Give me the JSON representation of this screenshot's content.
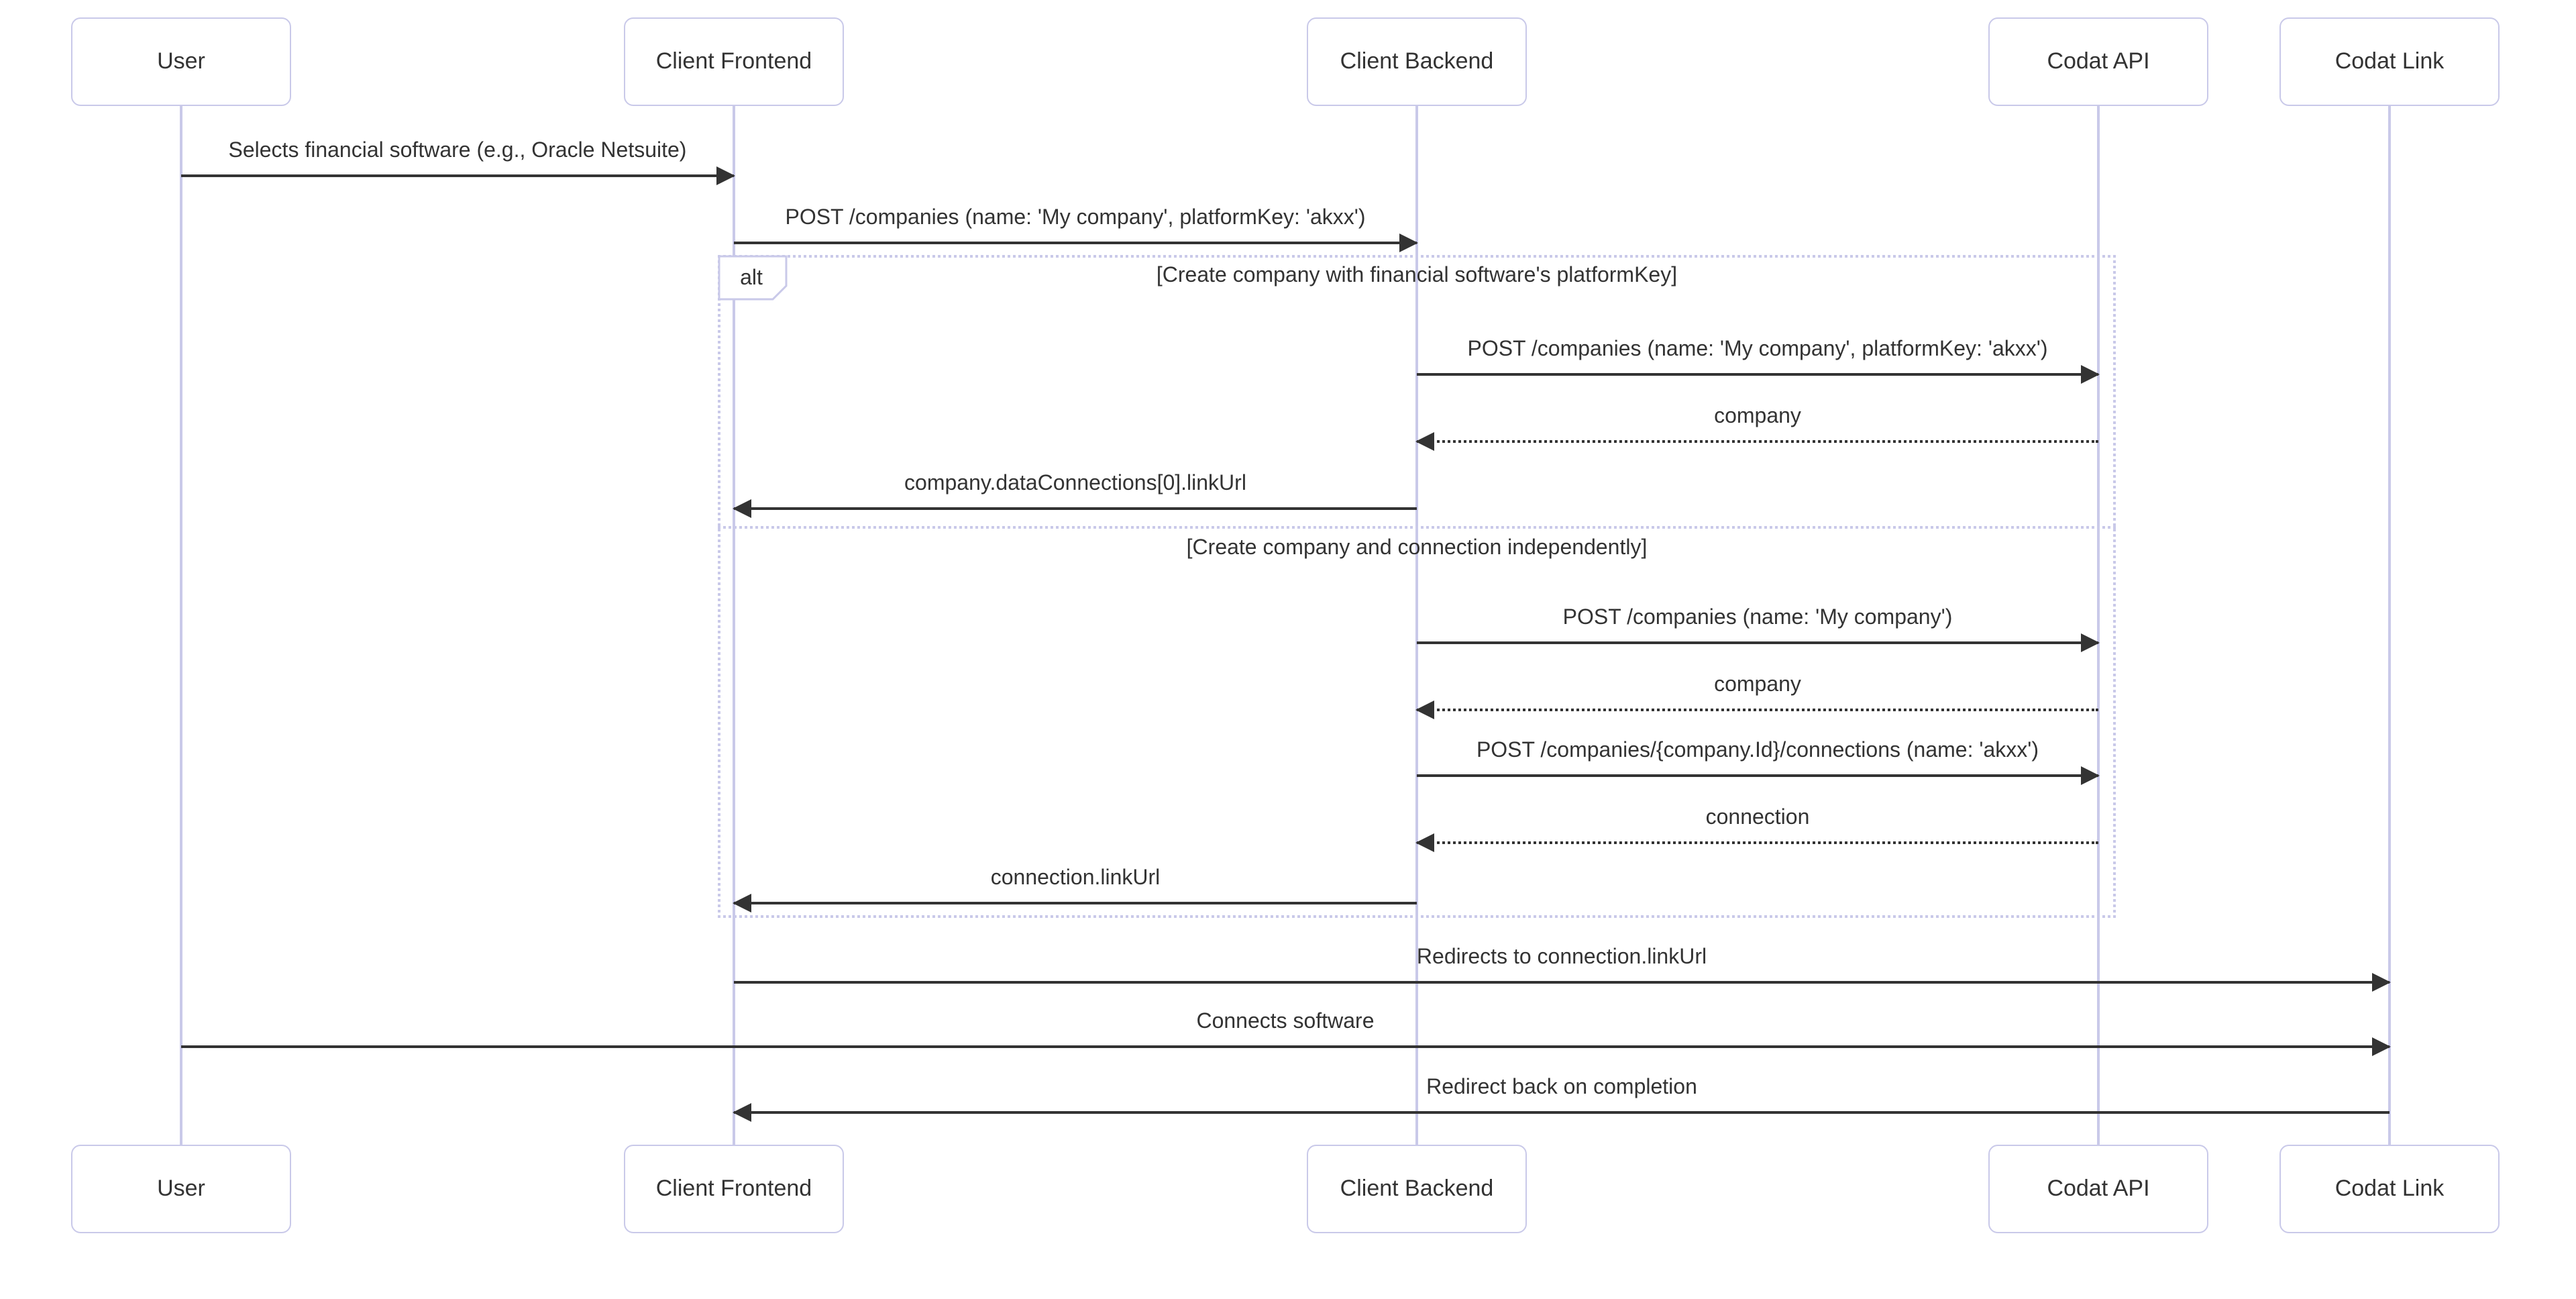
{
  "diagram": {
    "type": "sequence-diagram",
    "colors": {
      "background": "#ffffff",
      "actor_fill": "#ffffff",
      "actor_border": "#c9c9e9",
      "lifeline": "#c9c9e9",
      "frame_border": "#c9c9e9",
      "text": "#333333",
      "arrow": "#333333"
    },
    "actors": [
      {
        "id": "user",
        "label": "User"
      },
      {
        "id": "client-frontend",
        "label": "Client Frontend"
      },
      {
        "id": "client-backend",
        "label": "Client Backend"
      },
      {
        "id": "codat-api",
        "label": "Codat API"
      },
      {
        "id": "codat-link",
        "label": "Codat Link"
      }
    ],
    "alt": {
      "label": "alt",
      "conditions": [
        "[Create company with financial software's platformKey]",
        "[Create company and connection independently]"
      ]
    },
    "messages": [
      {
        "from": "User",
        "to": "Client Frontend",
        "line": "solid",
        "label": "Selects financial software (e.g., Oracle Netsuite)"
      },
      {
        "from": "Client Frontend",
        "to": "Client Backend",
        "line": "solid",
        "label": "POST /companies (name: 'My company', platformKey: 'akxx')"
      },
      {
        "from": "Client Backend",
        "to": "Codat API",
        "line": "solid",
        "label": "POST /companies (name: 'My company', platformKey: 'akxx')"
      },
      {
        "from": "Codat API",
        "to": "Client Backend",
        "line": "dashed",
        "label": "company"
      },
      {
        "from": "Client Backend",
        "to": "Client Frontend",
        "line": "solid",
        "label": "company.dataConnections[0].linkUrl"
      },
      {
        "from": "Client Backend",
        "to": "Codat API",
        "line": "solid",
        "label": "POST /companies (name: 'My company')"
      },
      {
        "from": "Codat API",
        "to": "Client Backend",
        "line": "dashed",
        "label": "company"
      },
      {
        "from": "Client Backend",
        "to": "Codat API",
        "line": "solid",
        "label": "POST /companies/{company.Id}/connections (name: 'akxx')"
      },
      {
        "from": "Codat API",
        "to": "Client Backend",
        "line": "dashed",
        "label": "connection"
      },
      {
        "from": "Client Backend",
        "to": "Client Frontend",
        "line": "solid",
        "label": "connection.linkUrl"
      },
      {
        "from": "Client Frontend",
        "to": "Codat Link",
        "line": "solid",
        "label": "Redirects to connection.linkUrl"
      },
      {
        "from": "User",
        "to": "Codat Link",
        "line": "solid",
        "label": "Connects software"
      },
      {
        "from": "Codat Link",
        "to": "Client Frontend",
        "line": "solid",
        "label": "Redirect back on completion"
      }
    ]
  }
}
